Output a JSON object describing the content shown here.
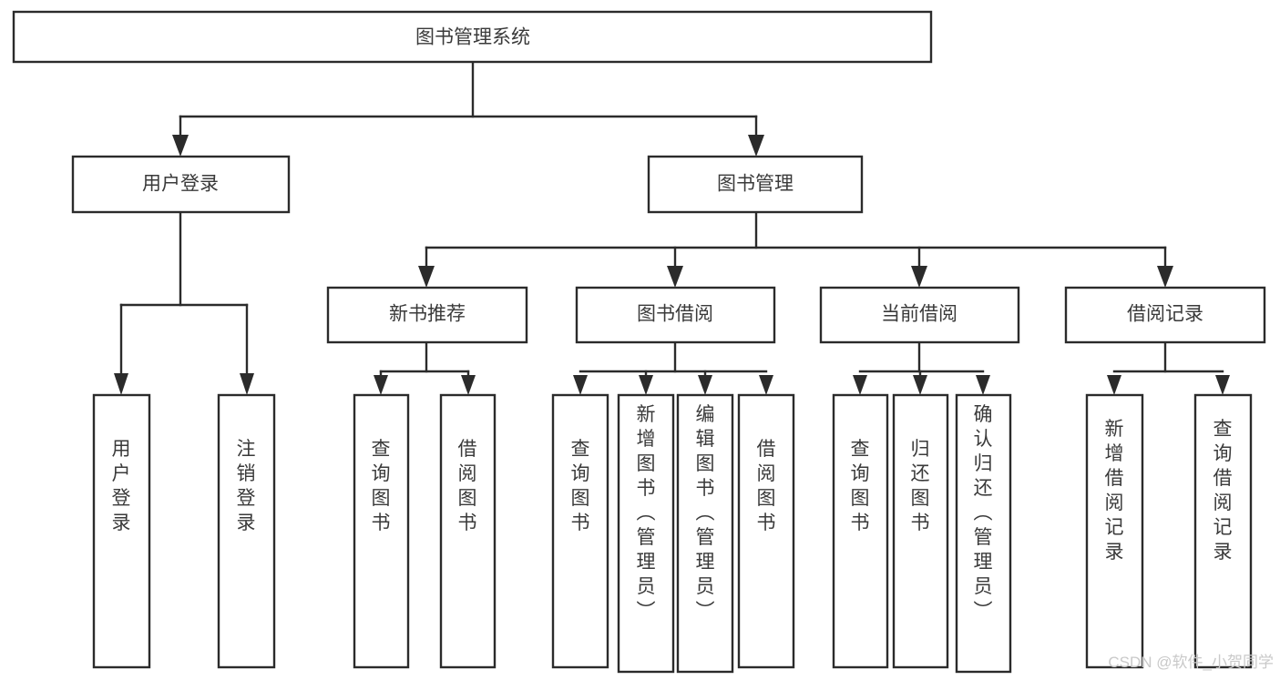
{
  "diagram": {
    "title": "图书管理系统",
    "type": "tree",
    "background_color": "#ffffff",
    "line_color": "#2b2b2b",
    "text_color": "#3a3a3a",
    "box_fill": "#ffffff",
    "nodes": {
      "root": {
        "id": "root",
        "label": "图书管理系统",
        "orientation": "horizontal",
        "level": 0
      },
      "level1": [
        {
          "id": "user-login",
          "label": "用户登录",
          "orientation": "horizontal",
          "level": 1
        },
        {
          "id": "book-manage",
          "label": "图书管理",
          "orientation": "horizontal",
          "level": 1
        }
      ],
      "level2": [
        {
          "id": "new-book-recommend",
          "label": "新书推荐",
          "orientation": "horizontal",
          "level": 2,
          "parent": "book-manage"
        },
        {
          "id": "book-borrow",
          "label": "图书借阅",
          "orientation": "horizontal",
          "level": 2,
          "parent": "book-manage"
        },
        {
          "id": "current-borrow",
          "label": "当前借阅",
          "orientation": "horizontal",
          "level": 2,
          "parent": "book-manage"
        },
        {
          "id": "borrow-record",
          "label": "借阅记录",
          "orientation": "horizontal",
          "level": 2,
          "parent": "book-manage"
        }
      ],
      "leaves": [
        {
          "id": "leaf-user-login",
          "label": "用户登录",
          "orientation": "vertical",
          "parent": "user-login"
        },
        {
          "id": "leaf-user-logout",
          "label": "注销登录",
          "orientation": "vertical",
          "parent": "user-login"
        },
        {
          "id": "leaf-query-book-1",
          "label": "查询图书",
          "orientation": "vertical",
          "parent": "new-book-recommend"
        },
        {
          "id": "leaf-borrow-book-1",
          "label": "借阅图书",
          "orientation": "vertical",
          "parent": "new-book-recommend"
        },
        {
          "id": "leaf-query-book-2",
          "label": "查询图书",
          "orientation": "vertical",
          "parent": "book-borrow"
        },
        {
          "id": "leaf-add-book",
          "label": "新增图书（管理员）",
          "orientation": "vertical",
          "parent": "book-borrow"
        },
        {
          "id": "leaf-edit-book",
          "label": "编辑图书（管理员）",
          "orientation": "vertical",
          "parent": "book-borrow"
        },
        {
          "id": "leaf-borrow-book-2",
          "label": "借阅图书",
          "orientation": "vertical",
          "parent": "book-borrow"
        },
        {
          "id": "leaf-query-book-3",
          "label": "查询图书",
          "orientation": "vertical",
          "parent": "current-borrow"
        },
        {
          "id": "leaf-return-book",
          "label": "归还图书",
          "orientation": "vertical",
          "parent": "current-borrow"
        },
        {
          "id": "leaf-confirm-return",
          "label": "确认归还（管理员）",
          "orientation": "vertical",
          "parent": "current-borrow"
        },
        {
          "id": "leaf-add-record",
          "label": "新增借阅记录",
          "orientation": "vertical",
          "parent": "borrow-record"
        },
        {
          "id": "leaf-query-record",
          "label": "查询借阅记录",
          "orientation": "vertical",
          "parent": "borrow-record"
        }
      ]
    }
  },
  "watermark": {
    "text": "CSDN @软件_小贺同学",
    "color": "#c9c9c9"
  }
}
